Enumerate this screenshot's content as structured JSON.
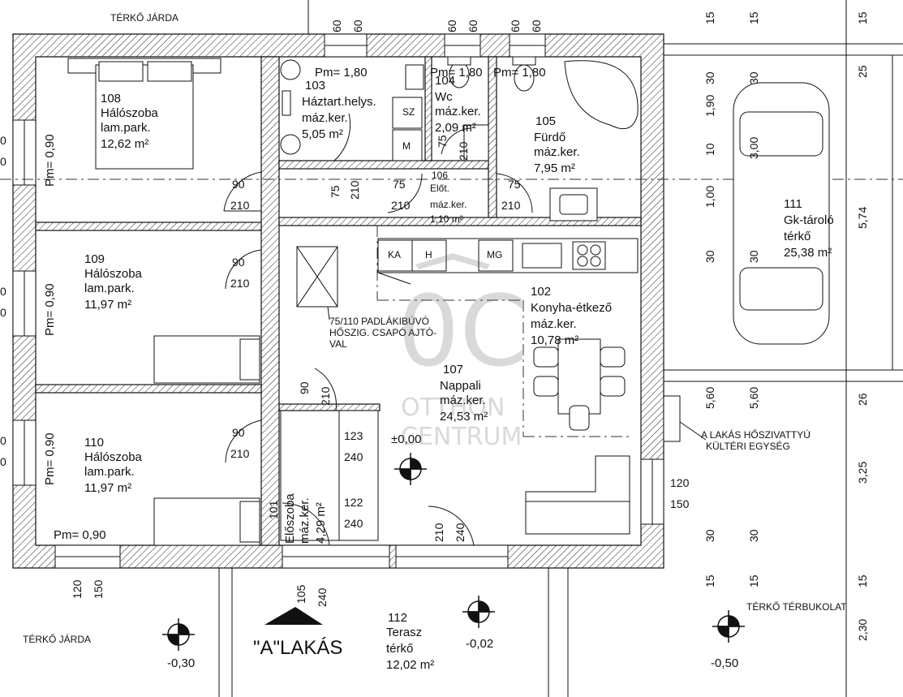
{
  "outside": {
    "top_walkway": "TÉRKŐ JÁRDA",
    "bottom_walkway": "TÉRKŐ JÁRDA",
    "paving": "TÉRKŐ TÉRBUKOLAT",
    "apartment": "\"A\"LAKÁS",
    "heat_pump": [
      "A LAKÁS HŐSZIVATTYÚ",
      "KÜLTÉRI EGYSÉG"
    ],
    "hatch_note": [
      "75/110 PADLÁKIBÚVÓ",
      "HŐSZIG. CSAPÓ AJTÓ-",
      "VAL"
    ]
  },
  "rooms": {
    "r108": [
      "108",
      "Hálószoba",
      "lam.park.",
      "12,62 m²"
    ],
    "r109": [
      "109",
      "Hálószoba",
      "lam.park.",
      "11,97 m²"
    ],
    "r110": [
      "110",
      "Hálószoba",
      "lam.park.",
      "11,97 m²"
    ],
    "r103": [
      "103",
      "Háztart.helys.",
      "máz.ker.",
      "5,05 m²"
    ],
    "r104": [
      "104",
      "Wc",
      "máz.ker.",
      "2,09 m²"
    ],
    "r105": [
      "105",
      "Fürdő",
      "máz.ker.",
      "7,95 m²"
    ],
    "r106": [
      "106",
      "Előt.",
      "máz.ker.",
      "1,10 m²"
    ],
    "r102": [
      "102",
      "Konyha-étkező",
      "máz.ker.",
      "10,78 m²"
    ],
    "r107": [
      "107",
      "Nappali",
      "máz.ker.",
      "24,53 m²"
    ],
    "r101": [
      "101",
      "Előszoba",
      "máz.ker.",
      "4,29 m²"
    ],
    "r111": [
      "111",
      "Gk-tároló",
      "térkő",
      "25,38 m²"
    ],
    "r112": [
      "112",
      "Terasz",
      "térkő",
      "12,02 m²"
    ]
  },
  "levels": {
    "main": "±0,00",
    "terrace": "-0,02",
    "walkway": "-0,30",
    "garage": "-0,50"
  },
  "appliances": {
    "ka": "KA",
    "h": "H",
    "mg": "MG",
    "sz": "SZ",
    "m": "M"
  },
  "dims": {
    "w_top_1": [
      "60",
      "60"
    ],
    "w_top_2": [
      "60",
      "60"
    ],
    "w_top_3": [
      "60",
      "60"
    ],
    "pm_103": "Pm= 1,80",
    "pm_104": "Pm= 1,80",
    "pm_105": "Pm= 1,80",
    "pm_108": "Pm= 0,90",
    "pm_109": "Pm= 0,90",
    "pm_110a": "Pm= 0,90",
    "pm_110b": "Pm= 0,90",
    "left_d1": [
      "0",
      "0"
    ],
    "left_d2": [
      "0",
      "0"
    ],
    "left_d3": [
      "0",
      "0"
    ],
    "door_108": [
      "90",
      "210"
    ],
    "door_109": [
      "90",
      "210"
    ],
    "door_110": [
      "90",
      "210"
    ],
    "door_103": [
      "75",
      "210"
    ],
    "door_106a": [
      "75",
      "210"
    ],
    "door_106b": [
      "75",
      "210"
    ],
    "door_104": [
      "75",
      "210"
    ],
    "door_107": [
      "90",
      "210"
    ],
    "door_101": "101",
    "door_entry": [
      "105",
      "240"
    ],
    "door_terrace": [
      "210",
      "240"
    ],
    "win_kitchen": [
      "120",
      "150"
    ],
    "win_110": [
      "120",
      "150"
    ],
    "glass_1": [
      "123",
      "240"
    ],
    "glass_2": [
      "122",
      "240"
    ],
    "gar_col1": [
      "15",
      "30",
      "1,90",
      "10",
      "1,00",
      "30",
      "5,60",
      "30",
      "15"
    ],
    "gar_col2": [
      "15",
      "30",
      "3,00",
      "30",
      "5,60",
      "30",
      "15"
    ],
    "gar_col3": [
      "15",
      "25",
      "5,74",
      "26",
      "3,25",
      "15",
      "2,30"
    ]
  }
}
